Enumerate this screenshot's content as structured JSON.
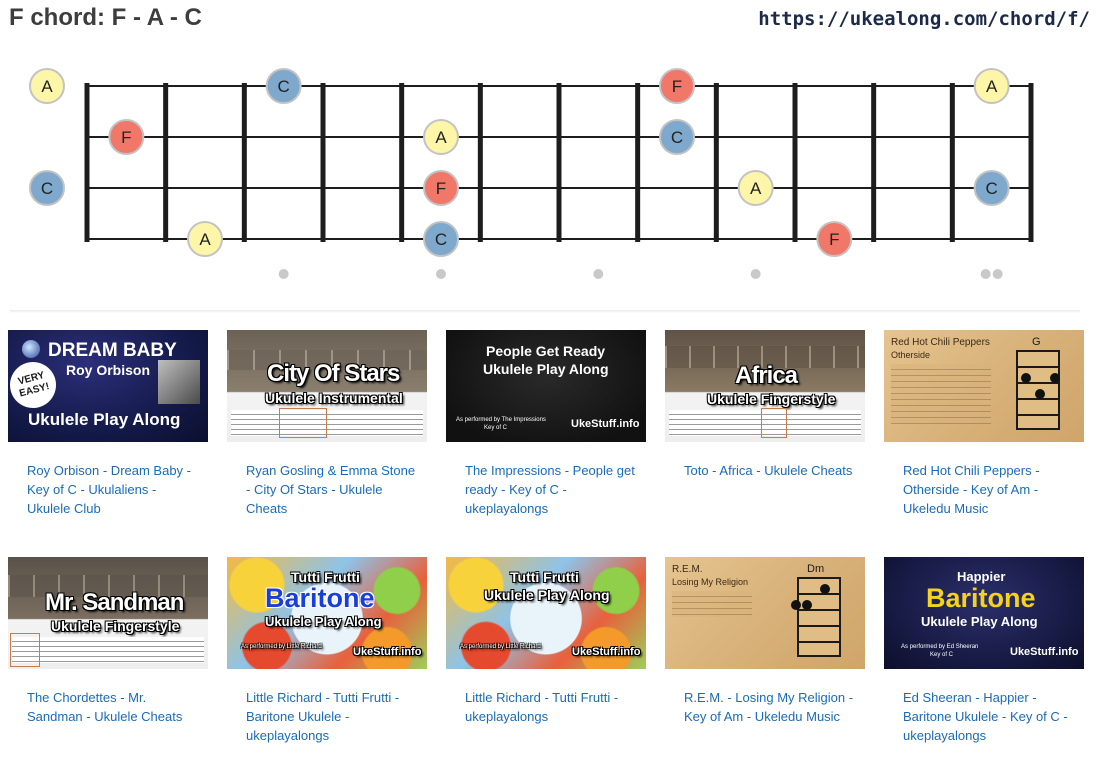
{
  "header": {
    "title": "F chord: F - A - C",
    "url": "https://ukealong.com/chord/f/"
  },
  "colors": {
    "F": "#f17768",
    "A": "#fdf5a8",
    "C": "#7fa9cc",
    "fretboard_line": "#1d1d1d",
    "link": "#1a6bb8"
  },
  "fretboard": {
    "strings": 4,
    "frets": 12,
    "position_markers": [
      3,
      5,
      7,
      9,
      12
    ],
    "notes": [
      {
        "string": 1,
        "fret": 0,
        "note": "A"
      },
      {
        "string": 1,
        "fret": 3,
        "note": "C"
      },
      {
        "string": 1,
        "fret": 8,
        "note": "F"
      },
      {
        "string": 1,
        "fret": 12,
        "note": "A"
      },
      {
        "string": 2,
        "fret": 1,
        "note": "F"
      },
      {
        "string": 2,
        "fret": 5,
        "note": "A"
      },
      {
        "string": 2,
        "fret": 8,
        "note": "C"
      },
      {
        "string": 3,
        "fret": 0,
        "note": "C"
      },
      {
        "string": 3,
        "fret": 5,
        "note": "F"
      },
      {
        "string": 3,
        "fret": 9,
        "note": "A"
      },
      {
        "string": 3,
        "fret": 12,
        "note": "C"
      },
      {
        "string": 4,
        "fret": 2,
        "note": "A"
      },
      {
        "string": 4,
        "fret": 5,
        "note": "C"
      },
      {
        "string": 4,
        "fret": 10,
        "note": "F"
      }
    ]
  },
  "videos": [
    {
      "caption": "Roy Orbison - Dream Baby - Key of C - Ukulaliens - Ukulele Club",
      "thumb": {
        "l1": "DREAM BABY",
        "l2": "Roy Orbison",
        "badge": "VERY EASY!",
        "l3": "Ukulele Play Along"
      }
    },
    {
      "caption": "Ryan Gosling & Emma Stone - City Of Stars - Ukulele Cheats",
      "thumb": {
        "l1": "City Of Stars",
        "l2": "Ukulele Instrumental"
      }
    },
    {
      "caption": "The Impressions - People get ready - Key of C - ukeplayalongs",
      "thumb": {
        "l1": "People Get Ready",
        "l2": "Ukulele Play Along",
        "small": "As performed by The Impressions",
        "key": "Key of C",
        "brand": "UkeStuff.info"
      }
    },
    {
      "caption": "Toto - Africa - Ukulele Cheats",
      "thumb": {
        "l1": "Africa",
        "l2": "Ukulele Fingerstyle"
      }
    },
    {
      "caption": "Red Hot Chili Peppers - Otherside - Key of Am - Ukeledu Music",
      "thumb": {
        "l1": "Red Hot Chili Peppers",
        "l2": "Otherside",
        "chord": "G"
      }
    },
    {
      "caption": "The Chordettes - Mr. Sandman - Ukulele Cheats",
      "thumb": {
        "l1": "Mr. Sandman",
        "l2": "Ukulele Fingerstyle"
      }
    },
    {
      "caption": "Little Richard - Tutti Frutti - Baritone Ukulele - ukeplayalongs",
      "thumb": {
        "l1": "Tutti Frutti",
        "l2": "Baritone",
        "l3": "Ukulele Play Along",
        "small": "As performed by Little Richard",
        "brand": "UkeStuff.info"
      }
    },
    {
      "caption": "Little Richard - Tutti Frutti - ukeplayalongs",
      "thumb": {
        "l1": "Tutti Frutti",
        "l2": "Ukulele Play Along",
        "small": "As performed by Little Richard",
        "brand": "UkeStuff.info"
      }
    },
    {
      "caption": "R.E.M. - Losing My Religion - Key of Am - Ukeledu Music",
      "thumb": {
        "l1": "R.E.M.",
        "l2": "Losing My Religion",
        "chord": "Dm"
      }
    },
    {
      "caption": "Ed Sheeran - Happier - Baritone Ukulele - Key of C - ukeplayalongs",
      "thumb": {
        "l1": "Happier",
        "l2": "Baritone",
        "l3": "Ukulele Play Along",
        "small": "As performed by Ed Sheeran",
        "key": "Key of C",
        "brand": "UkeStuff.info"
      }
    }
  ]
}
